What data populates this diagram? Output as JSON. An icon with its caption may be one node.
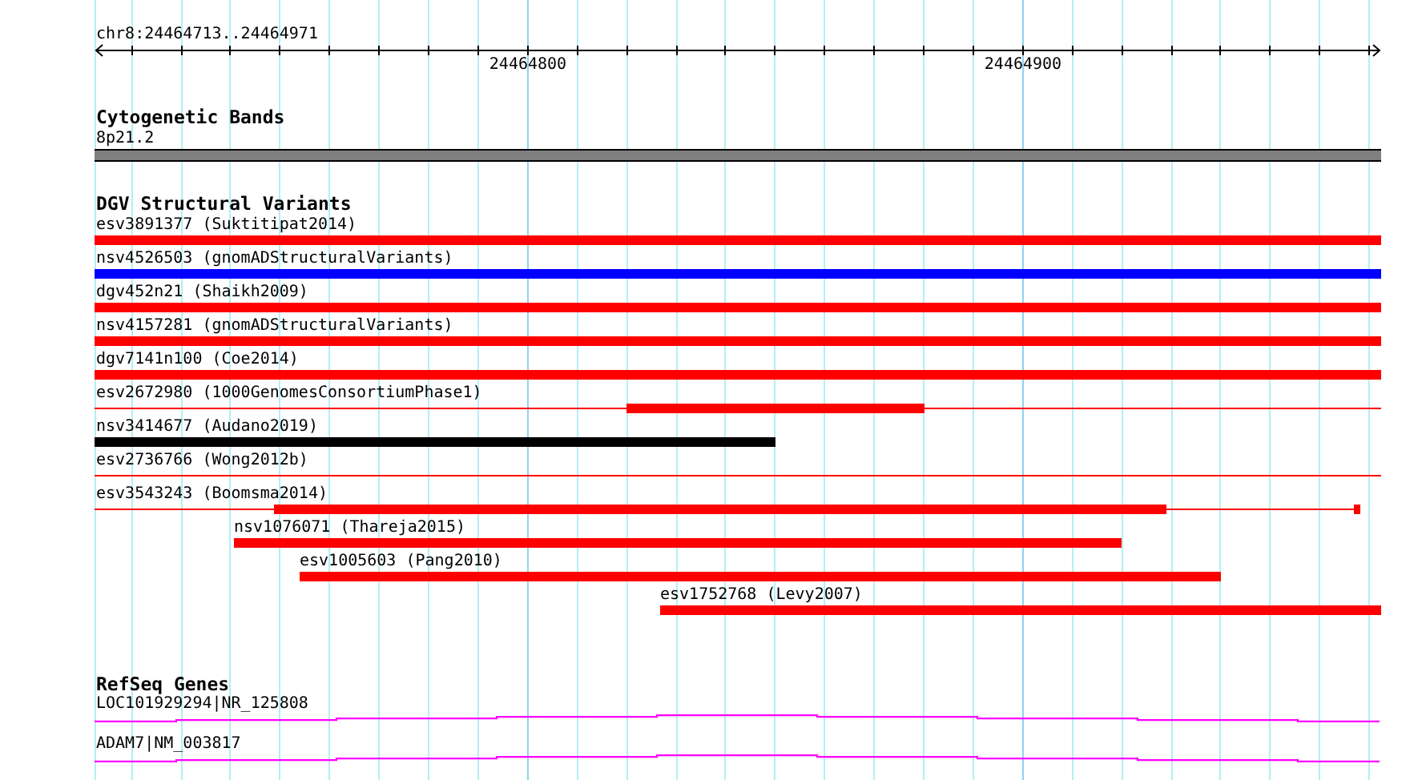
{
  "diagram": {
    "nodes": [
      {
        "text": [
          "8p21.2"
        ]
      },
      {
        "text": [
          "esv3891377 (Suktitipat2014)"
        ]
      },
      {
        "text": [
          "nsv4526503 (gnomADStructuralVariants)"
        ]
      },
      {
        "text": [
          "dgv452n21 (Shaikh2009)"
        ]
      },
      {
        "text": [
          "nsv4157281 (gnomADStructuralVariants)"
        ]
      },
      {
        "text": [
          "dgv7141n100 (Coe2014)"
        ]
      },
      {
        "text": [
          "esv2672980 (1000GenomesConsortiumPhase1)"
        ]
      },
      {
        "text": [
          "nsv3414677 (Audano2019)"
        ]
      },
      {
        "text": [
          "esv2736766 (Wong2012b)"
        ]
      },
      {
        "text": [
          "esv3543243 (Boomsma2014)"
        ]
      },
      {
        "text": [
          "nsv1076071 (Thareja2015)"
        ]
      },
      {
        "text": [
          "esv1005603 (Pang2010)"
        ]
      },
      {
        "text": [
          "esv1752768 (Levy2007)"
        ]
      },
      {
        "text": [
          "LOC101929294|NR_125808"
        ]
      },
      {
        "text": [
          "ADAM7|NM_003817"
        ]
      }
    ],
    "edges": [],
    "labels": [
      "chr8:24464713..24464971",
      "24464800",
      "24464900",
      "Cytogenetic Bands",
      "DGV Structural Variants",
      "RefSeq Genes"
    ]
  }
}
